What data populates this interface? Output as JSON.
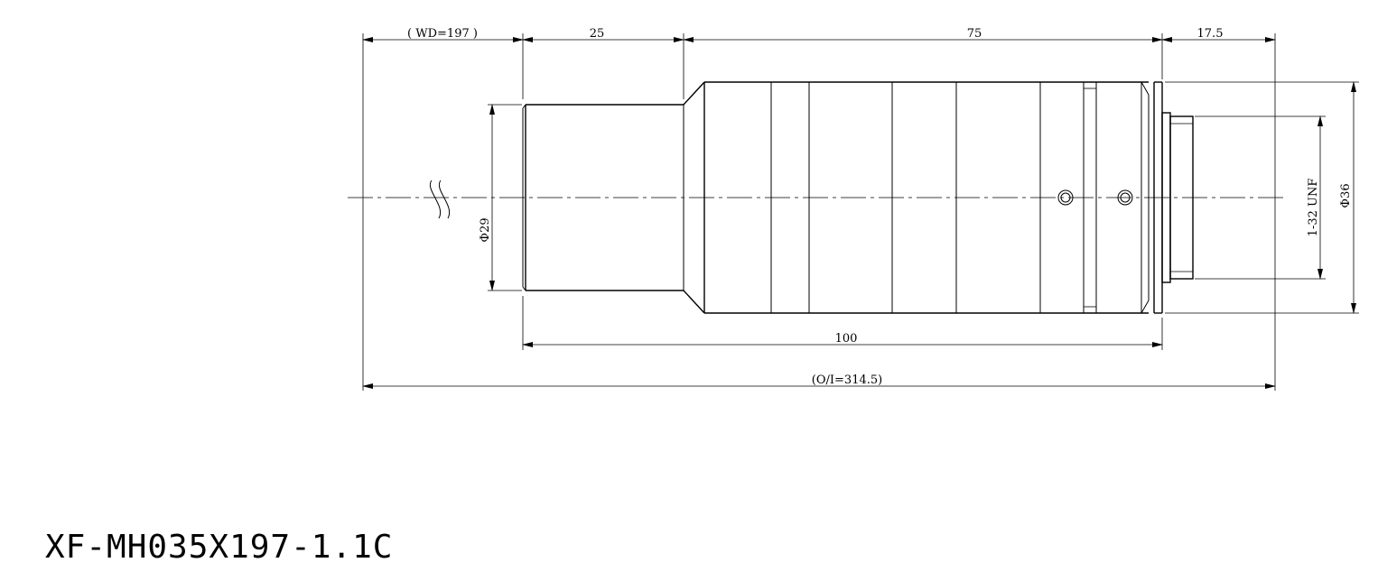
{
  "model": "XF-MH035X197-1.1C",
  "dimensions": {
    "wd": "( WD=197 )",
    "front_length": "25",
    "body_length": "75",
    "mount_length": "17.5",
    "total_body": "100",
    "oi_distance": "(O/I=314.5)",
    "front_diameter": "Φ29",
    "rear_diameter": "Φ36",
    "thread": "1-32 UNF"
  }
}
